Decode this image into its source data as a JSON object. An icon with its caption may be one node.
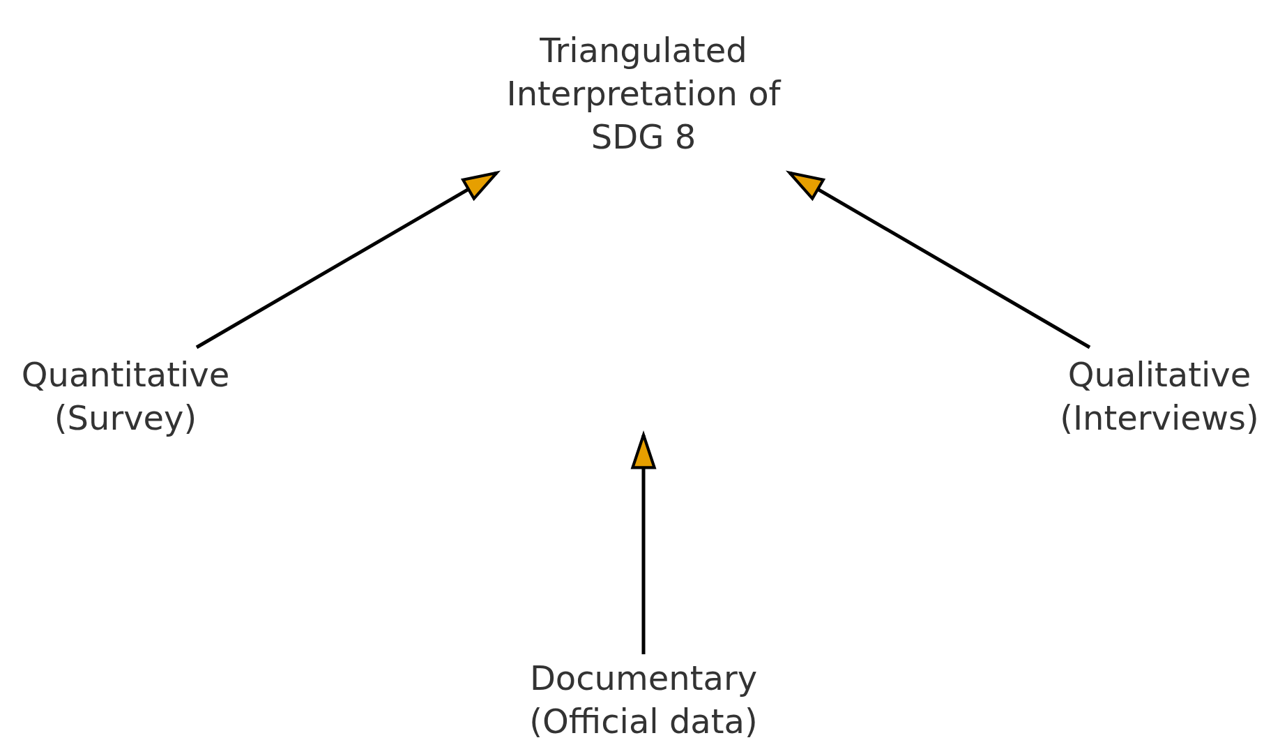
{
  "diagram": {
    "nodes": [
      {
        "text": [
          "Triangulated Interpretation of SDG 8"
        ]
      },
      {
        "text": [
          "Quantitative (Survey)"
        ]
      },
      {
        "text": [
          "Qualitative (Interviews)"
        ]
      },
      {
        "text": [
          "Documentary (Official data)"
        ]
      }
    ],
    "edges": [
      {
        "from": 1,
        "to": 0,
        "arrow": "to"
      },
      {
        "from": 2,
        "to": 0,
        "arrow": "to"
      },
      {
        "from": 3,
        "to": null,
        "arrow": "to"
      }
    ]
  }
}
